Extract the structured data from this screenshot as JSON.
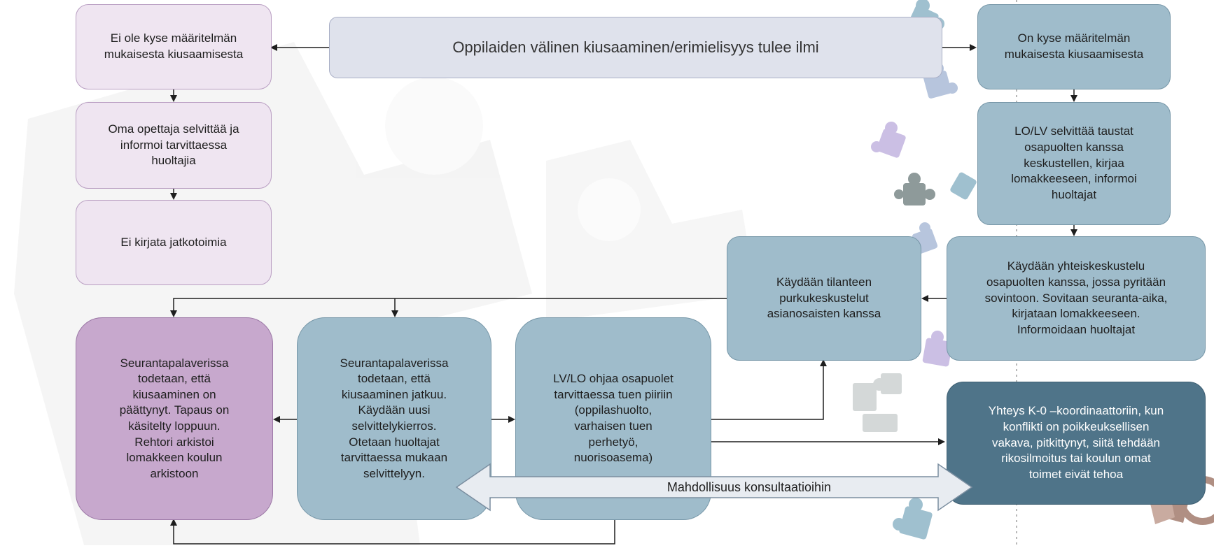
{
  "start": "Oppilaiden välinen kiusaaminen/erimielisyys tulee ilmi",
  "left": {
    "not_definition": "Ei ole kyse määritelmän\nmukaisesta kiusaamisesta",
    "own_teacher": "Oma opettaja selvittää ja\ninformoi tarvittaessa\nhuoltajia",
    "no_record": "Ei kirjata jatkotoimia"
  },
  "right": {
    "is_definition": "On kyse määritelmän\nmukaisesta kiusaamisesta",
    "investigate": "LO/LV selvittää taustat\nosapuolten  kanssa\nkeskustellen, kirjaa\nlomakkeeseen, informoi\nhuoltajat",
    "joint_discussion": "Käydään yhteiskeskustelu\nosapuolten kanssa, jossa pyritään\nsovintoon. Sovitaan seuranta-aika,\nkirjataan lomakkeeseen.\nInformoidaan huoltajat"
  },
  "middle": {
    "debrief": "Käydään tilanteen\npurkukeskustelut\nasianosaisten kanssa",
    "ended": "Seurantapalaverissa\ntodetaan, että\nkiusaaminen on\npäättynyt. Tapaus on\nkäsitelty loppuun.\nRehtori arkistoi\nlomakkeen koulun\narkistoon",
    "continues": "Seurantapalaverissa\ntodetaan, että\nkiusaaminen jatkuu.\nKäydään uusi\nselvittelykierros.\nOtetaan huoltajat\ntarvittaessa mukaan\nselvittelyyn.",
    "support": "LV/LO ohjaa osapuolet\ntarvittaessa tuen piiriin\n(oppilashuolto,\nvarhaisen tuen\nperhetyö,\nnuorisoasema)",
    "coordinator": "Yhteys K-0 –koordinaattoriin, kun\nkonflikti on poikkeuksellisen\nvakava, pitkittynyt, siitä tehdään\nrikosilmoitus tai koulun omat\ntoimet eivät tehoa"
  },
  "consult": "Mahdollisuus konsultaatioihin",
  "colors": {
    "lilac": "#efe5f1",
    "purple": "#c7a8cd",
    "blue": "#9fbccb",
    "start": "#dfe2ec",
    "dark": "#4f7489",
    "puzzle": "#b9c6d8"
  }
}
